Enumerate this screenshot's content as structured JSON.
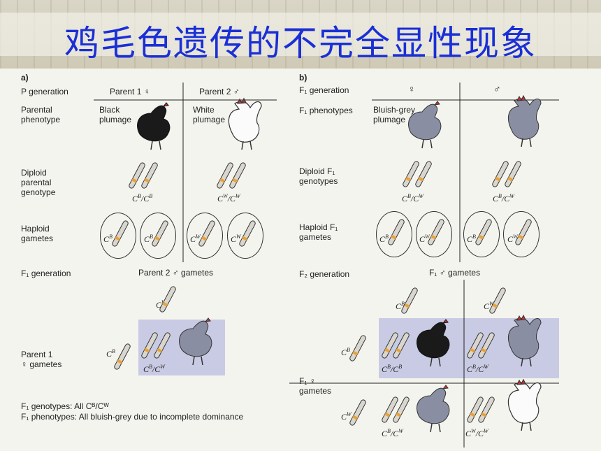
{
  "title": "鸡毛色遗传的不完全显性现象",
  "panel_a": {
    "letter": "a)",
    "p_generation": "P generation",
    "parent1": "Parent 1 ♀",
    "parent2": "Parent 2 ♂",
    "parental_phenotype": "Parental\nphenotype",
    "black": "Black\nplumage",
    "white": "White\nplumage",
    "diploid": "Diploid\nparental\ngenotype",
    "haploid": "Haploid\ngametes",
    "f1_generation": "F₁ generation",
    "parent2_gametes": "Parent 2 ♂ gametes",
    "parent1_gametes": "Parent 1\n♀ gametes",
    "f1_genotypes": "F₁ genotypes:  All Cᴮ/Cᵂ",
    "f1_phenotypes": "F₁ phenotypes: All bluish-grey due to incomplete dominance"
  },
  "panel_b": {
    "letter": "b)",
    "f1_generation": "F₁ generation",
    "female": "♀",
    "male": "♂",
    "f1_phenotypes": "F₁ phenotypes",
    "bluish_grey": "Bluish-grey\nplumage",
    "diploid_f1": "Diploid F₁\ngenotypes",
    "haploid_f1": "Haploid F₁\ngametes",
    "f2_generation": "F₂ generation",
    "f1_male_gametes": "F₁ ♂ gametes",
    "f1_female_gametes": "F₁ ♀\ngametes"
  },
  "colors": {
    "title": "#1a2fd6",
    "highlight_box": "#c9cbe4",
    "black_hen": "#1a1a1a",
    "grey_hen": "#8a8ea3",
    "band_orange": "#e8a23a"
  }
}
